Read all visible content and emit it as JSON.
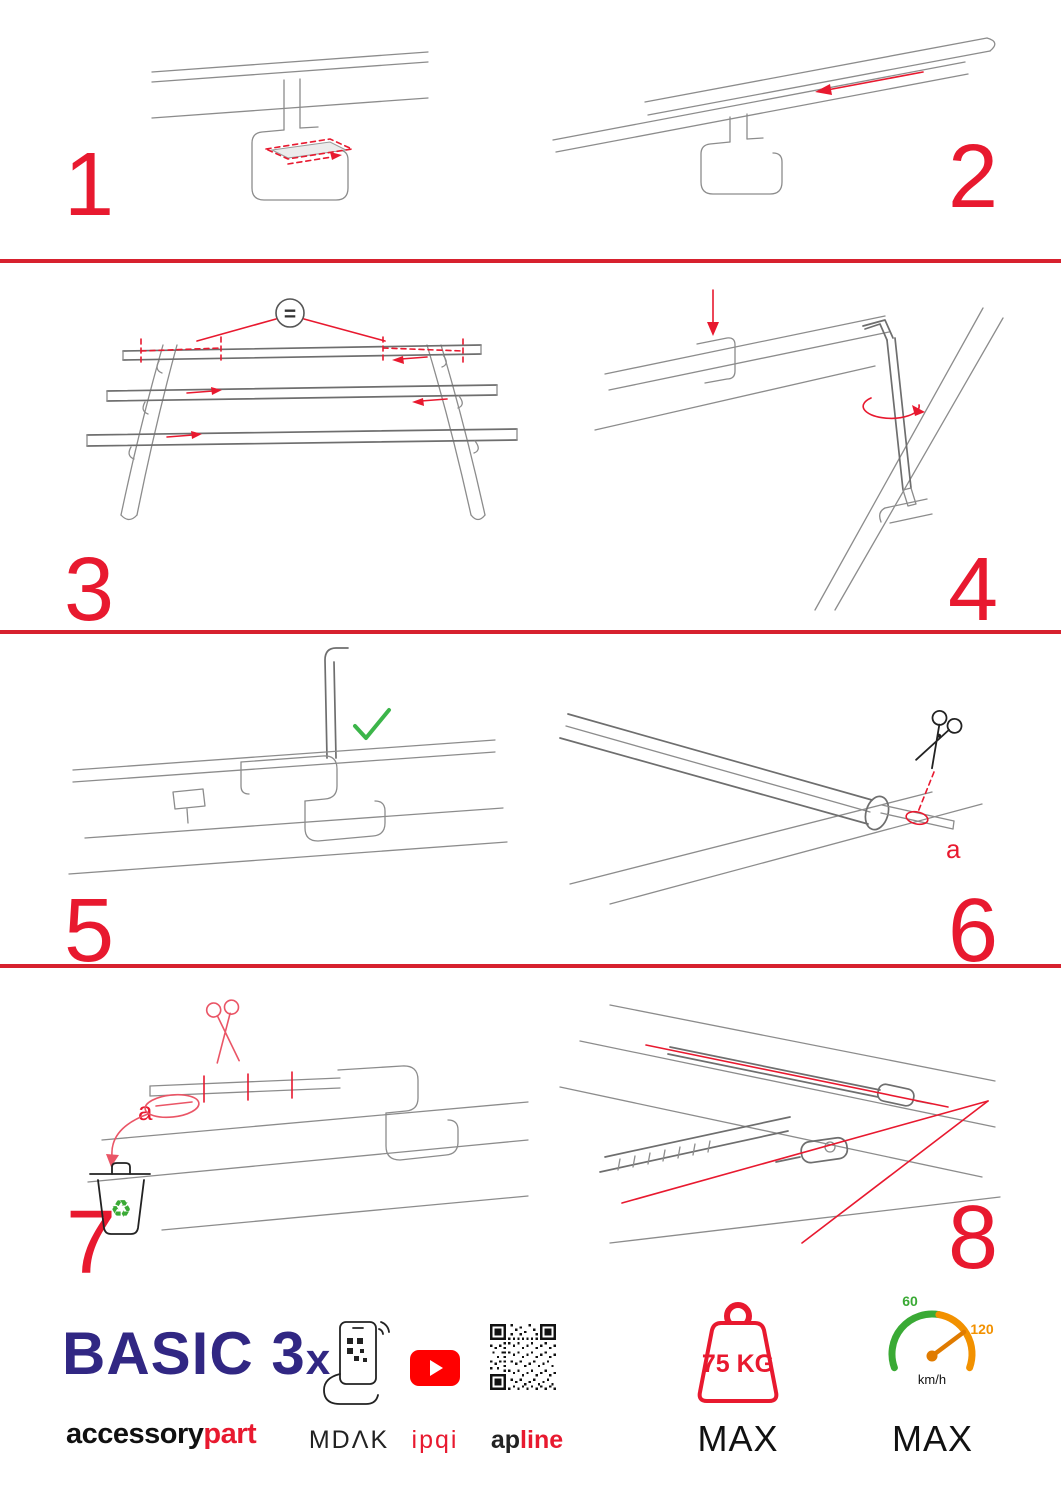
{
  "colors": {
    "accent_red": "#e8192f",
    "divider_red": "#d7212e",
    "brand_navy": "#312783",
    "check_green": "#3cb54a",
    "recycle_green": "#3aaa35",
    "speed_green": "#3aaa35",
    "speed_orange": "#f29100",
    "youtube_red": "#ff0000",
    "drawing_gray": "#8c8c8c"
  },
  "steps": [
    {
      "number": "1"
    },
    {
      "number": "2"
    },
    {
      "number": "3"
    },
    {
      "number": "4"
    },
    {
      "number": "5"
    },
    {
      "number": "6"
    },
    {
      "number": "7"
    },
    {
      "number": "8"
    }
  ],
  "step3": {
    "equal_symbol": "="
  },
  "step6": {
    "cut_label": "a"
  },
  "step7": {
    "cut_label": "a"
  },
  "footer": {
    "product_name": "BASIC 3",
    "product_suffix": "x",
    "brand_primary": "accessory",
    "brand_accent": "part",
    "phone_app_label": "MDΛK",
    "video_label": "ipqi",
    "qr_label_primary": "ap",
    "qr_label_accent": "line",
    "weight_value": "75 KG",
    "weight_max": "MAX",
    "speed_min": "60",
    "speed_max_value": "120",
    "speed_unit": "km/h",
    "speed_max": "MAX"
  }
}
